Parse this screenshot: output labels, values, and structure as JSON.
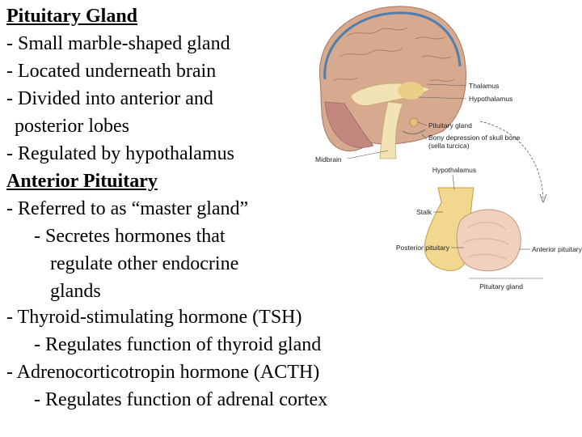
{
  "text": {
    "heading1": "Pituitary Gland",
    "b1": "- Small marble-shaped gland",
    "b2": "- Located underneath brain",
    "b3": "- Divided into anterior and",
    "b3_cont": "posterior lobes",
    "b4": "- Regulated by hypothalamus",
    "heading2": "Anterior Pituitary",
    "b5": "- Referred to as “master gland”",
    "b5_sub": "- Secretes hormones that",
    "b5_sub_cont1": "regulate other endocrine",
    "b5_sub_cont2": "glands",
    "b6": "- Thyroid-stimulating hormone (TSH)",
    "b6_sub": "- Regulates function of thyroid gland",
    "b7": "- Adrenocorticotropin hormone (ACTH)",
    "b7_sub": "- Regulates function of adrenal cortex"
  },
  "figure": {
    "brain_labels": {
      "thalamus": "Thalamus",
      "hypothalamus": "Hypothalamus",
      "pituitary_gland": "Pituitary gland",
      "bony_depression_1": "Bony depression of skull bone",
      "bony_depression_2": "(sella turcica)",
      "midbrain": "Midbrain"
    },
    "gland_labels": {
      "hypothalamus": "Hypothalamus",
      "stalk": "Stalk",
      "posterior": "Posterior pituitary",
      "anterior": "Anterior pituitary",
      "caption": "Pituitary gland"
    }
  }
}
